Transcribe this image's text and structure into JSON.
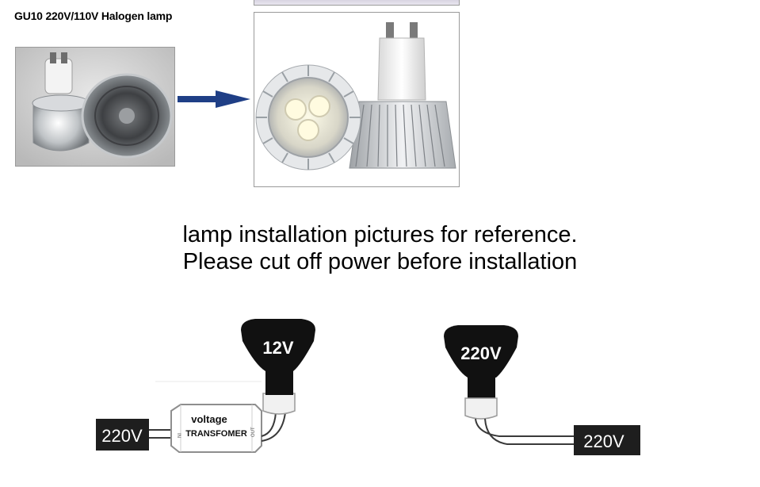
{
  "top_caption": "GU10 220V/110V Halogen lamp",
  "headline": {
    "line1": "lamp installation pictures for reference.",
    "line2": "Please cut off power before installation"
  },
  "diagram_left": {
    "bulb_label": "12V",
    "input_label": "220V",
    "transformer_line1": "voltage",
    "transformer_line2": "TRANSFOMER",
    "in_tag": "IN",
    "out_tag": "OUT"
  },
  "diagram_right": {
    "bulb_label": "220V",
    "input_label": "220V"
  },
  "colors": {
    "arrow": "#1f3f86",
    "label_box": "#1e1e1e",
    "bulb_body": "#111111",
    "aluminum": "#c9ccd0"
  }
}
